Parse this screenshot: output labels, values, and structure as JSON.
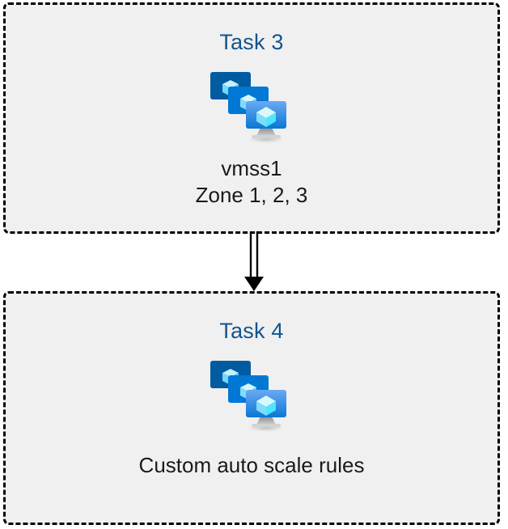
{
  "diagram": {
    "background_color": "#ffffff",
    "box_fill_color": "#f0f0f0",
    "box_border_color": "#000000",
    "title_color": "#13548f",
    "caption_color": "#1a1a1a",
    "connector_color": "#000000",
    "nodes": [
      {
        "id": "task3",
        "title": "Task 3",
        "icon": "vm-scale-set-icon",
        "caption": "vmss1\nZone 1, 2, 3"
      },
      {
        "id": "task4",
        "title": "Task 4",
        "icon": "vm-scale-set-icon",
        "caption": "Custom auto scale rules"
      }
    ],
    "connectors": [
      {
        "id": "task3-to-task4",
        "from": "task3",
        "to": "task4",
        "style": "double-line",
        "arrowhead": "filled-triangle",
        "direction": "down"
      }
    ],
    "icon_colors": {
      "monitor_back": "#005ba1",
      "monitor_middle": "#0078d4",
      "monitor_front_top": "#5ea0ef",
      "monitor_front_bottom": "#0a7cd8",
      "cube_light": "#c3f1ff",
      "cube_mid": "#9cebff",
      "cube_dark": "#50e6ff",
      "stand_top": "#949494",
      "stand_bottom": "#d2d2d2"
    }
  }
}
